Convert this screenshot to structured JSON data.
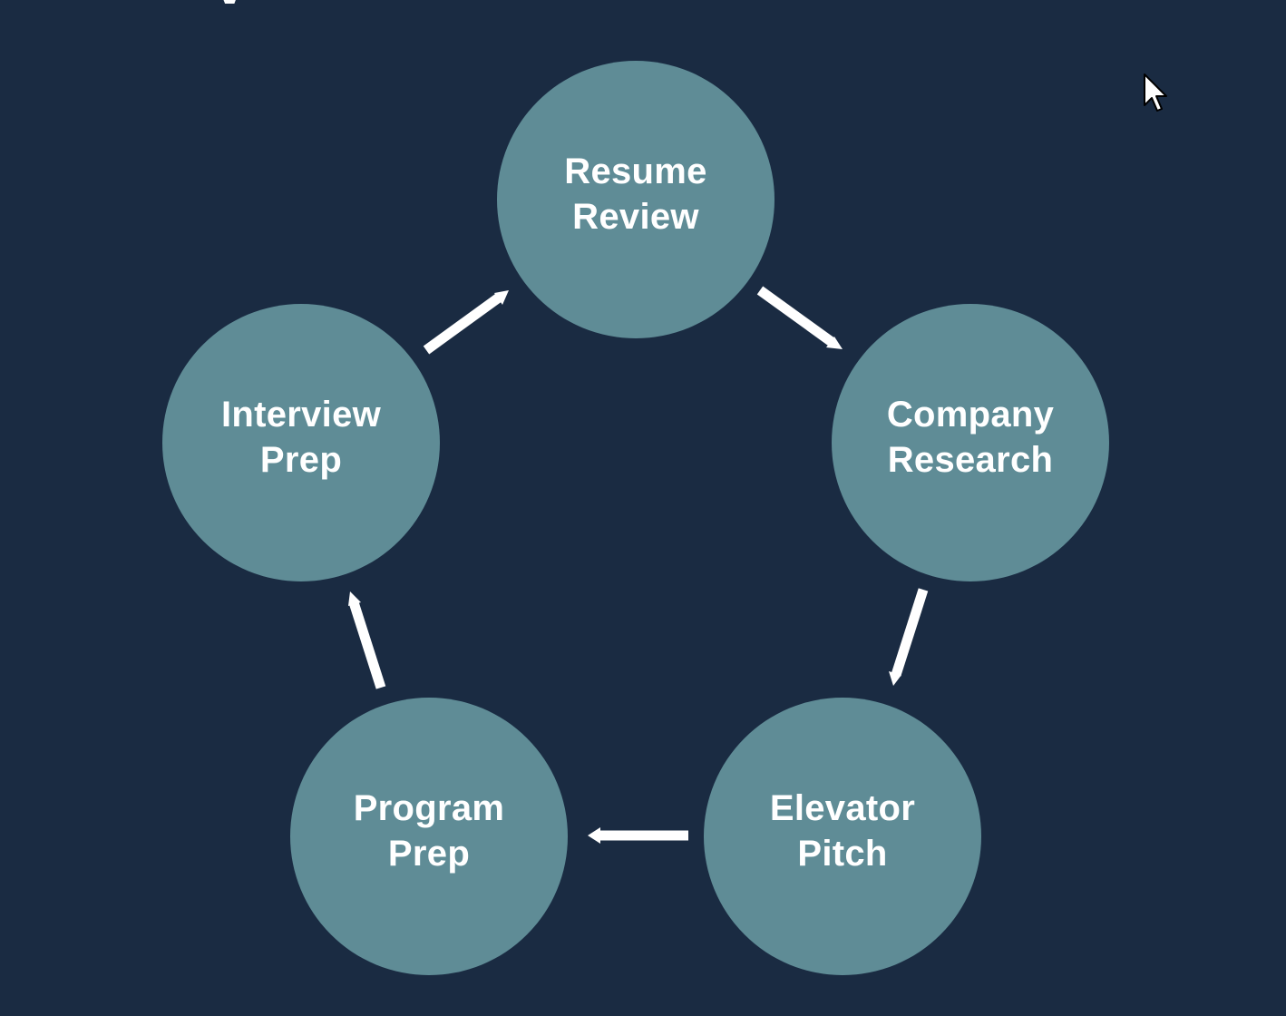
{
  "diagram": {
    "nodes": [
      {
        "id": "resume",
        "line1": "Resume",
        "line2": "Review"
      },
      {
        "id": "company",
        "line1": "Company",
        "line2": "Research"
      },
      {
        "id": "elevator",
        "line1": "Elevator",
        "line2": "Pitch"
      },
      {
        "id": "program",
        "line1": "Program",
        "line2": "Prep"
      },
      {
        "id": "interview",
        "line1": "Interview",
        "line2": "Prep"
      }
    ],
    "edges": [
      {
        "from": "resume",
        "to": "company"
      },
      {
        "from": "company",
        "to": "elevator"
      },
      {
        "from": "elevator",
        "to": "program"
      },
      {
        "from": "program",
        "to": "interview"
      },
      {
        "from": "interview",
        "to": "resume"
      }
    ]
  },
  "colors": {
    "background": "#1a2b42",
    "node_fill": "#5f8c96",
    "text": "#ffffff",
    "arrow": "#ffffff"
  },
  "icons": {
    "cursor": "mouse-pointer-icon"
  }
}
